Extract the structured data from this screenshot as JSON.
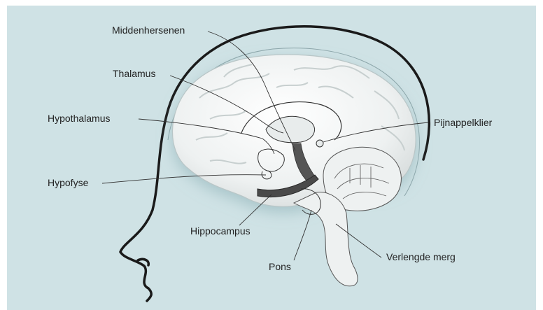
{
  "colors": {
    "background": "#cfe2e5",
    "brain": "#f1f3f3",
    "outline": "#1a1a1a",
    "hippocampus": "#4a4a4a"
  },
  "labels": {
    "middenhersenen": "Middenhersenen",
    "thalamus": "Thalamus",
    "hypothalamus": "Hypothalamus",
    "hypofyse": "Hypofyse",
    "hippocampus": "Hippocampus",
    "pons": "Pons",
    "pijnappelklier": "Pijnappelklier",
    "verlengde_merg": "Verlengde merg"
  }
}
